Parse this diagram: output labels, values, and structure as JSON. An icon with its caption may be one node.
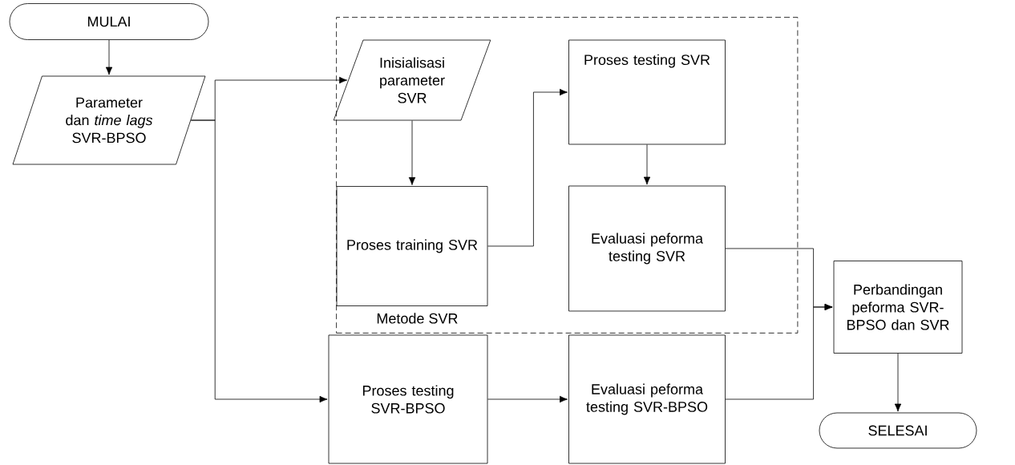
{
  "diagram": {
    "nodes": [
      {
        "text": [
          "MULAI"
        ]
      },
      {
        "text": [
          "Parameter dan *time lags* SVR-BPSO"
        ]
      },
      {
        "text": [
          "Metode SVR"
        ]
      },
      {
        "text": [
          "Inisialisasi parameter SVR"
        ],
        "in": 2
      },
      {
        "text": [
          "Proses training SVR"
        ],
        "in": 2
      },
      {
        "text": [
          "Proses testing SVR"
        ],
        "in": 2
      },
      {
        "text": [
          "Evaluasi peforma testing SVR"
        ],
        "in": 2
      },
      {
        "text": [
          "Proses testing SVR-BPSO"
        ]
      },
      {
        "text": [
          "Evaluasi peforma testing SVR-BPSO"
        ]
      },
      {
        "text": [
          "Perbandingan peforma SVR-BPSO dan SVR"
        ]
      },
      {
        "text": [
          "SELESAI"
        ]
      }
    ],
    "edges": [
      {
        "from": 0,
        "to": 1,
        "arrow": "to"
      },
      {
        "from": 1,
        "to": 3,
        "arrow": "to"
      },
      {
        "from": 1,
        "to": 7,
        "arrow": "to"
      },
      {
        "from": 3,
        "to": 4,
        "arrow": "to"
      },
      {
        "from": 4,
        "to": 5,
        "arrow": "to"
      },
      {
        "from": 5,
        "to": 6,
        "arrow": "to"
      },
      {
        "from": 6,
        "to": 9,
        "arrow": "to"
      },
      {
        "from": 7,
        "to": 8,
        "arrow": "to"
      },
      {
        "from": 8,
        "to": 9,
        "arrow": "to"
      },
      {
        "from": 9,
        "to": 10,
        "arrow": "to"
      }
    ]
  }
}
